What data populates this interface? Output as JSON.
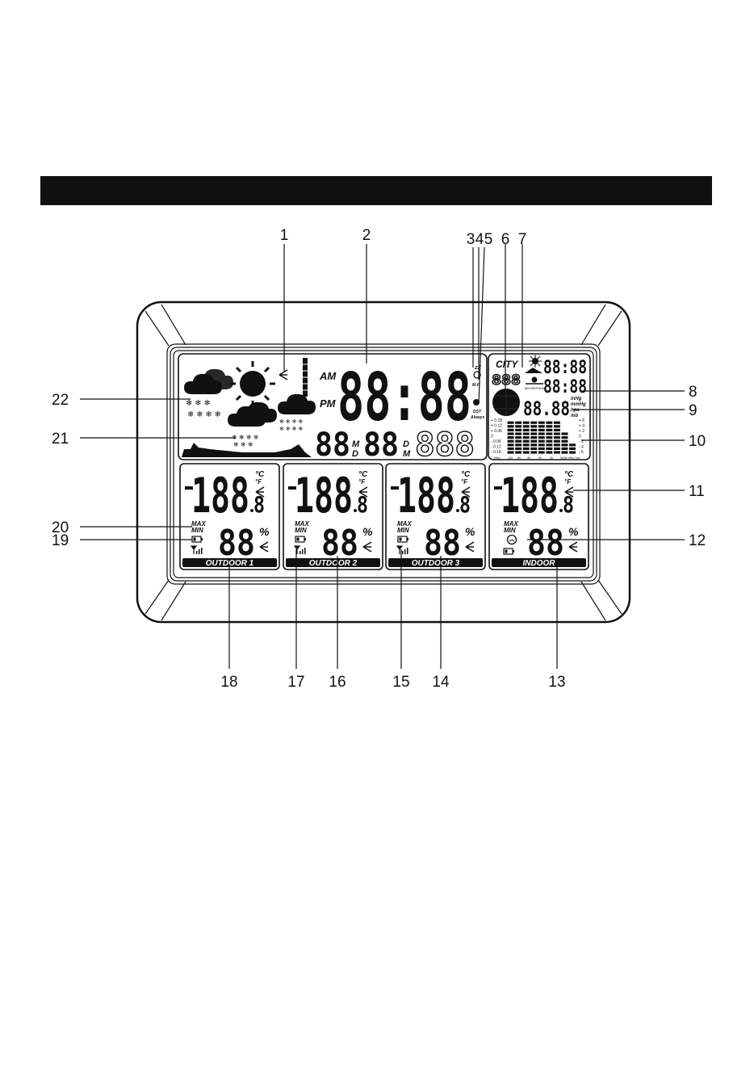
{
  "callouts": [
    "1",
    "2",
    "3",
    "4",
    "5",
    "6",
    "7",
    "8",
    "9",
    "10",
    "11",
    "12",
    "13",
    "14",
    "15",
    "16",
    "17",
    "18",
    "19",
    "20",
    "21",
    "22"
  ],
  "clock": {
    "am": "AM",
    "pm": "PM",
    "time": "88:88"
  },
  "date": {
    "day_month": "88",
    "m": "M",
    "d": "D",
    "month_day": "88",
    "d2": "D",
    "m2": "M",
    "weekday": "888"
  },
  "alarm": {
    "zz": "zZ",
    "dst": "DST",
    "always": "Always",
    "mf": "M-F"
  },
  "city": {
    "label": "CITY",
    "code": "888",
    "sunrise": "88:88",
    "sunset": "88:88",
    "moon": "MOONPHASE"
  },
  "pressure": {
    "value": "88.88",
    "units": [
      "inHg",
      "mmHg",
      "hpa",
      "mb"
    ]
  },
  "history": {
    "left_scale": [
      "+ 0.18",
      "+ 0.12",
      "+ 0.06",
      "0",
      "- 0.06",
      "- 0.12",
      "- 0.18"
    ],
    "right_scale": [
      "+ 6",
      "+ 4",
      "+ 2",
      "0",
      "- 2",
      "- 4",
      "- 6"
    ],
    "x_labels": [
      "inHg",
      "-12h",
      "-6h",
      "-3h",
      "-2h",
      "-1h",
      "NOW",
      "hPa / mb"
    ],
    "bars": [
      0.9,
      0.9,
      0.9,
      0.9,
      0.9,
      0.9,
      0.9,
      0.55,
      0.3
    ]
  },
  "channels": [
    {
      "name": "OUTDOOR 1",
      "temp": "188",
      "dec": "8",
      "unit": "°C",
      "unit2": "°F",
      "max": "MAX",
      "min": "MIN",
      "hum": "88",
      "pct": "%"
    },
    {
      "name": "OUTDOOR 2",
      "temp": "188",
      "dec": "8",
      "unit": "°C",
      "unit2": "°F",
      "max": "MAX",
      "min": "MIN",
      "hum": "88",
      "pct": "%"
    },
    {
      "name": "OUTDOOR 3",
      "temp": "188",
      "dec": "8",
      "unit": "°C",
      "unit2": "°F",
      "max": "MAX",
      "min": "MIN",
      "hum": "88",
      "pct": "%"
    },
    {
      "name": "INDOOR",
      "temp": "188",
      "dec": "8",
      "unit": "°C",
      "unit2": "°F",
      "max": "MAX",
      "min": "MIN",
      "hum": "88",
      "pct": "%"
    }
  ],
  "colors": {
    "ink": "#111111",
    "paper": "#ffffff"
  }
}
